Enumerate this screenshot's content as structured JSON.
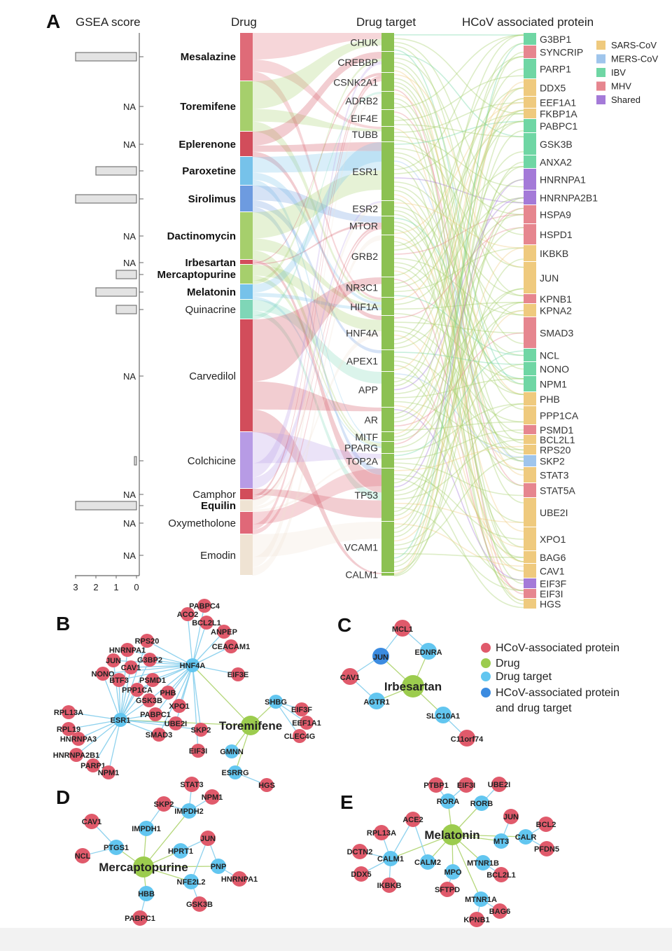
{
  "panel_labels": {
    "a": "A",
    "b": "B",
    "c": "C",
    "d": "D",
    "e": "E"
  },
  "headers": {
    "gsea": "GSEA score",
    "drug": "Drug",
    "target": "Drug target",
    "protein": "HCoV associated protein"
  },
  "axis_ticks": [
    "3",
    "2",
    "1",
    "0"
  ],
  "na_label": "NA",
  "colors": {
    "SARS-CoV": "#efca7e",
    "MERS-CoV": "#9fc5ec",
    "IBV": "#6fd6a4",
    "MHV": "#e6868f",
    "Shared": "#a47ad8",
    "drug_green": "#a6cf6c",
    "target_green": "#8cc152",
    "edge_blue": "#7dd0ee"
  },
  "legend_a": [
    {
      "label": "SARS-CoV",
      "color": "#efca7e"
    },
    {
      "label": "MERS-CoV",
      "color": "#9fc5ec"
    },
    {
      "label": "IBV",
      "color": "#6fd6a4"
    },
    {
      "label": "MHV",
      "color": "#e6868f"
    },
    {
      "label": "Shared",
      "color": "#a47ad8"
    }
  ],
  "drugs": [
    {
      "name": "Mesalazine",
      "bold": true,
      "color": "#df6b78",
      "gsea": 3,
      "na": false
    },
    {
      "name": "Toremifene",
      "bold": true,
      "color": "#a6cf6c",
      "gsea": null,
      "na": true
    },
    {
      "name": "Eplerenone",
      "bold": true,
      "color": "#d24d5b",
      "gsea": null,
      "na": true
    },
    {
      "name": "Paroxetine",
      "bold": true,
      "color": "#76c2ea",
      "gsea": 2,
      "na": false
    },
    {
      "name": "Sirolimus",
      "bold": true,
      "color": "#6d9be0",
      "gsea": 3,
      "na": false
    },
    {
      "name": "Dactinomycin",
      "bold": true,
      "color": "#a6cf6c",
      "gsea": null,
      "na": true
    },
    {
      "name": "Irbesartan",
      "bold": true,
      "color": "#d24d5b",
      "gsea": null,
      "na": true
    },
    {
      "name": "Mercaptopurine",
      "bold": true,
      "color": "#a6cf6c",
      "gsea": 1,
      "na": false
    },
    {
      "name": "Melatonin",
      "bold": true,
      "color": "#76c2ea",
      "gsea": 2,
      "na": false
    },
    {
      "name": "Quinacrine",
      "bold": false,
      "color": "#7fd6b7",
      "gsea": 1,
      "na": false
    },
    {
      "name": "Carvedilol",
      "bold": false,
      "color": "#d24d5b",
      "gsea": null,
      "na": true
    },
    {
      "name": "Colchicine",
      "bold": false,
      "color": "#b79be5",
      "gsea": 0.1,
      "na": false
    },
    {
      "name": "Camphor",
      "bold": false,
      "color": "#d24d5b",
      "gsea": null,
      "na": true
    },
    {
      "name": "Equilin",
      "bold": true,
      "color": "#efe3d3",
      "gsea": 3,
      "na": false
    },
    {
      "name": "Oxymetholone",
      "bold": false,
      "color": "#e06878",
      "gsea": null,
      "na": true
    },
    {
      "name": "Emodin",
      "bold": false,
      "color": "#efe3d3",
      "gsea": null,
      "na": true
    }
  ],
  "targets": [
    "CHUK",
    "CREBBP",
    "CSNK2A1",
    "ADRB2",
    "EIF4E",
    "TUBB",
    "ESR1",
    "ESR2",
    "MTOR",
    "GRB2",
    "NR3C1",
    "HIF1A",
    "HNF4A",
    "APEX1",
    "APP",
    "AR",
    "MITF",
    "PPARG",
    "TOP2A",
    "TP53",
    "VCAM1",
    "CALM1"
  ],
  "proteins": [
    {
      "name": "G3BP1",
      "group": "IBV"
    },
    {
      "name": "SYNCRIP",
      "group": "MHV"
    },
    {
      "name": "PARP1",
      "group": "IBV"
    },
    {
      "name": "DDX5",
      "group": "SARS-CoV"
    },
    {
      "name": "EEF1A1",
      "group": "SARS-CoV"
    },
    {
      "name": "FKBP1A",
      "group": "SARS-CoV"
    },
    {
      "name": "PABPC1",
      "group": "IBV"
    },
    {
      "name": "GSK3B",
      "group": "IBV"
    },
    {
      "name": "ANXA2",
      "group": "IBV"
    },
    {
      "name": "HNRNPA1",
      "group": "Shared"
    },
    {
      "name": "HNRNPA2B1",
      "group": "Shared"
    },
    {
      "name": "HSPA9",
      "group": "MHV"
    },
    {
      "name": "HSPD1",
      "group": "MHV"
    },
    {
      "name": "IKBKB",
      "group": "SARS-CoV"
    },
    {
      "name": "JUN",
      "group": "SARS-CoV"
    },
    {
      "name": "KPNB1",
      "group": "MHV"
    },
    {
      "name": "KPNA2",
      "group": "SARS-CoV"
    },
    {
      "name": "SMAD3",
      "group": "MHV"
    },
    {
      "name": "NCL",
      "group": "IBV"
    },
    {
      "name": "NONO",
      "group": "IBV"
    },
    {
      "name": "NPM1",
      "group": "IBV"
    },
    {
      "name": "PHB",
      "group": "SARS-CoV"
    },
    {
      "name": "PPP1CA",
      "group": "SARS-CoV"
    },
    {
      "name": "PSMD1",
      "group": "MHV"
    },
    {
      "name": "BCL2L1",
      "group": "SARS-CoV"
    },
    {
      "name": "RPS20",
      "group": "SARS-CoV"
    },
    {
      "name": "SKP2",
      "group": "MERS-CoV"
    },
    {
      "name": "STAT3",
      "group": "SARS-CoV"
    },
    {
      "name": "STAT5A",
      "group": "MHV"
    },
    {
      "name": "UBE2I",
      "group": "SARS-CoV"
    },
    {
      "name": "XPO1",
      "group": "SARS-CoV"
    },
    {
      "name": "BAG6",
      "group": "SARS-CoV"
    },
    {
      "name": "CAV1",
      "group": "SARS-CoV"
    },
    {
      "name": "EIF3F",
      "group": "Shared"
    },
    {
      "name": "EIF3I",
      "group": "MHV"
    },
    {
      "name": "HGS",
      "group": "SARS-CoV"
    }
  ],
  "legend_net": [
    {
      "label": "HCoV-associated protein",
      "color": "#e05a6b"
    },
    {
      "label": "Drug",
      "color": "#9ccc4e"
    },
    {
      "label": "Drug target",
      "color": "#62c6f0"
    },
    {
      "label": "HCoV-associated protein",
      "label2": "and drug target",
      "color": "#3b8be0"
    }
  ],
  "net_b": {
    "drug": "Toremifene",
    "targets": [
      "HNF4A",
      "ESR1",
      "SHBG",
      "GMNN",
      "ESRRG"
    ],
    "proteins": [
      "PABPC4",
      "ACO2",
      "BCL2L1",
      "ANPEP",
      "CEACAM1",
      "RPS20",
      "HNRNPA1",
      "G3BP2",
      "JUN",
      "CAV1",
      "NONO",
      "BTF3",
      "PSMD1",
      "PPP1CA",
      "PHB",
      "GSK3B",
      "XPO1",
      "PABPC1",
      "UBE2I",
      "SMAD3",
      "SKP2",
      "EIF3E",
      "EIF3F",
      "EEF1A1",
      "CLEC4G",
      "RPL13A",
      "RPL19",
      "HNRNPA3",
      "HNRNPA2B1",
      "PARP1",
      "NPM1",
      "EIF3I",
      "HGS"
    ]
  },
  "net_c": {
    "drug": "Irbesartan",
    "targets": [
      "EDNRA",
      "AGTR1",
      "SLC10A1"
    ],
    "both": [
      "JUN"
    ],
    "proteins": [
      "MCL1",
      "CAV1",
      "C11orf74"
    ]
  },
  "net_d": {
    "drug": "Mercaptopurine",
    "targets": [
      "IMPDH2",
      "IMPDH1",
      "PTGS1",
      "HPRT1",
      "PNP",
      "NFE2L2",
      "HBB"
    ],
    "proteins": [
      "STAT3",
      "NPM1",
      "SKP2",
      "CAV1",
      "NCL",
      "JUN",
      "HNRNPA1",
      "GSK3B",
      "PABPC1"
    ]
  },
  "net_e": {
    "drug": "Melatonin",
    "targets": [
      "RORA",
      "RORB",
      "CALR",
      "MT3",
      "CALM1",
      "CALM2",
      "MTNR1B",
      "MPO",
      "MTNR1A"
    ],
    "proteins": [
      "PTBP1",
      "EIF3I",
      "UBE2I",
      "JUN",
      "BCL2",
      "PFDN5",
      "ACE2",
      "RPL13A",
      "DCTN2",
      "DDX5",
      "IKBKB",
      "SFTPD",
      "BCL2L1",
      "BAG6",
      "KPNB1"
    ]
  }
}
